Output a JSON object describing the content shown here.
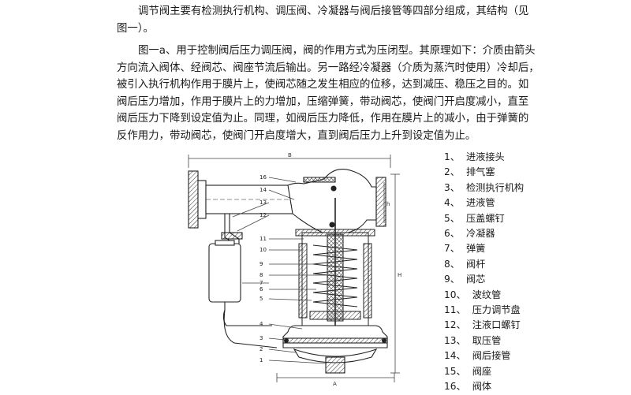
{
  "intro": {
    "lines": [
      "调节阀主要有检测执行机构、调压阀、冷凝器与阀后接管等四部分组成，其结构（见",
      "图一）。"
    ]
  },
  "principle": {
    "lines": [
      "图一a、用于控制阀后压力调压阀，阀的作用方式为压闭型。其原理如下：介质由箭头",
      "方向流入阀体、经阀芯、阀座节流后输出。另一路经冷凝器（介质为蒸汽时使用）冷却后，",
      "被引入执行机构作用于膜片上，使阀芯随之发生相应的位移，达到减压、稳压之目的。如",
      "阀后压力增加，作用于膜片上的力增加，压缩弹簧，带动阀芯，使阀门开启度减小，直至",
      "阀后压力下降到设定值为止。同理，如阀后压力降低，作用在膜片上的减小，由于弹簧的",
      "反作用力，带动阀芯，使阀门开启度增大，直到阀后压力上升到设定值为止。"
    ]
  },
  "figure": {
    "dim_labels": {
      "top": "B",
      "bottom": "A",
      "right_short": "h",
      "right_tall": "H"
    },
    "callouts": [
      "16",
      "14",
      "13",
      "12",
      "11",
      "10",
      "9",
      "8",
      "7",
      "6",
      "5",
      "4",
      "3",
      "2",
      "1"
    ]
  },
  "parts": [
    {
      "num": "1、",
      "name": "进液接头"
    },
    {
      "num": "2、",
      "name": "排气塞"
    },
    {
      "num": "3、",
      "name": "检测执行机构"
    },
    {
      "num": "4、",
      "name": "进液管"
    },
    {
      "num": "5、",
      "name": "压盖螺钉"
    },
    {
      "num": "6、",
      "name": "冷凝器"
    },
    {
      "num": "7、",
      "name": "弹簧"
    },
    {
      "num": "8、",
      "name": "阀杆"
    },
    {
      "num": "9、",
      "name": "阀芯"
    },
    {
      "num": "10、",
      "name": "波纹管"
    },
    {
      "num": "11、",
      "name": "压力调节盘"
    },
    {
      "num": "12、",
      "name": "注液口螺钉"
    },
    {
      "num": "13、",
      "name": "取压管"
    },
    {
      "num": "14、",
      "name": "阀后接管"
    },
    {
      "num": "15、",
      "name": "阀座"
    },
    {
      "num": "16、",
      "name": "阀体"
    }
  ]
}
